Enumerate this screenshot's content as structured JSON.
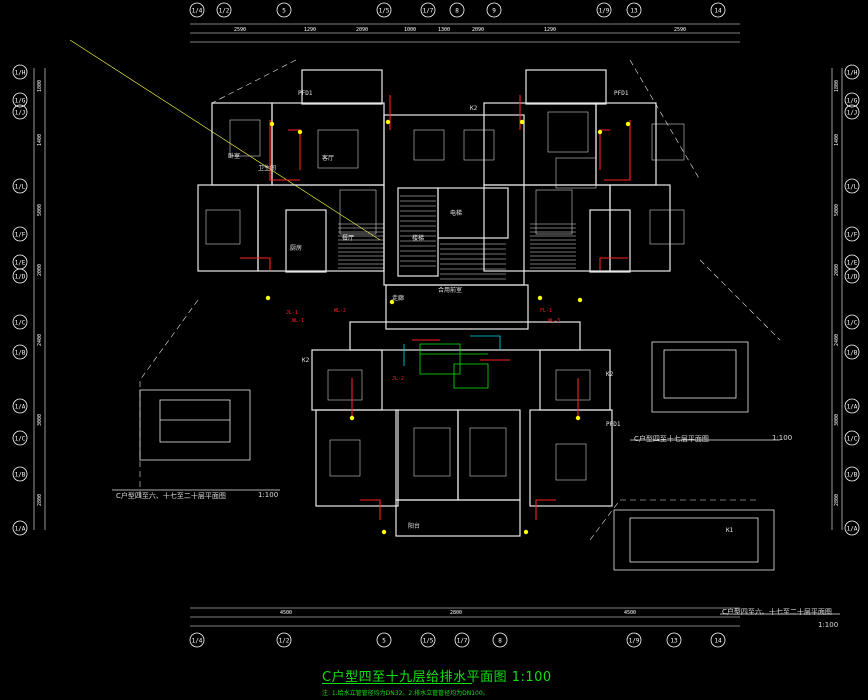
{
  "drawing": {
    "title": "C户型四至十九层给排水平面图 1:100",
    "note": "注: 1.给水立管管径均为DN32。2.排水立管管径均为DN100。",
    "colors": {
      "background": "#000000",
      "wall": "#e8e8e8",
      "dim": "#ffffff",
      "pipe": "#ff2020",
      "riser": "#ffff00",
      "text_green": "#10e010",
      "axis_bubble": "#ffffff",
      "cyan": "#00e0e0",
      "leader": "#ffff40"
    }
  },
  "axes": {
    "top": [
      "1/4",
      "1/2",
      "5",
      "1/5",
      "1/7",
      "8",
      "9",
      "1/9",
      "13",
      "14"
    ],
    "bottom": [
      "1/4",
      "1/2",
      "5",
      "1/5",
      "1/7",
      "8",
      "1/9",
      "13",
      "14"
    ],
    "left": [
      "1/H",
      "1/G",
      "1/J",
      "1/L",
      "1/F",
      "1/E",
      "1/D",
      "1/C",
      "1/B",
      "1/A"
    ],
    "right": [
      "1/H",
      "1/G",
      "1/J",
      "1/L",
      "1/F",
      "1/E",
      "1/D",
      "1/C",
      "1/B",
      "1/A"
    ]
  },
  "dimensions": {
    "top": [
      "2590",
      "1290",
      "2090",
      "1000",
      "1300",
      "2090",
      "1290",
      "2590"
    ],
    "bottom": [
      "4500",
      "2800",
      "4500"
    ],
    "left": [
      "1800",
      "1400",
      "5000",
      "2000",
      "2400",
      "3000",
      "2800"
    ],
    "right": [
      "1800",
      "1400",
      "5000",
      "2000",
      "2400",
      "3000",
      "2800"
    ]
  },
  "rooms": {
    "bedroom": "卧室",
    "living": "客厅",
    "kitchen": "厨房",
    "toilet": "卫生间",
    "dining": "餐厅",
    "corridor": "走廊",
    "stair": "楼梯",
    "elevator": "电梯",
    "balcony": "阳台",
    "equip": "合用前室"
  },
  "labels": {
    "k2_left": "K2",
    "k2_top": "K2",
    "k2_right": "K2",
    "k1": "K1",
    "pfd1_left": "PFD1",
    "pfd1_right": "PFD1",
    "pfd1_lower": "PFD1",
    "pipe_tags": [
      "JL-1",
      "WL-1",
      "WL-2",
      "FL-1",
      "WL-3",
      "JL-2"
    ]
  },
  "captions": {
    "left": "C户型四至六、十七至二十层平面图",
    "left_scale": "1:100",
    "right_mid": "C户型四至十七层平面图",
    "right_mid_scale": "1:100",
    "right_bottom": "C户型四至六、十七至二十层平面图",
    "right_bottom_scale": "1:100"
  }
}
